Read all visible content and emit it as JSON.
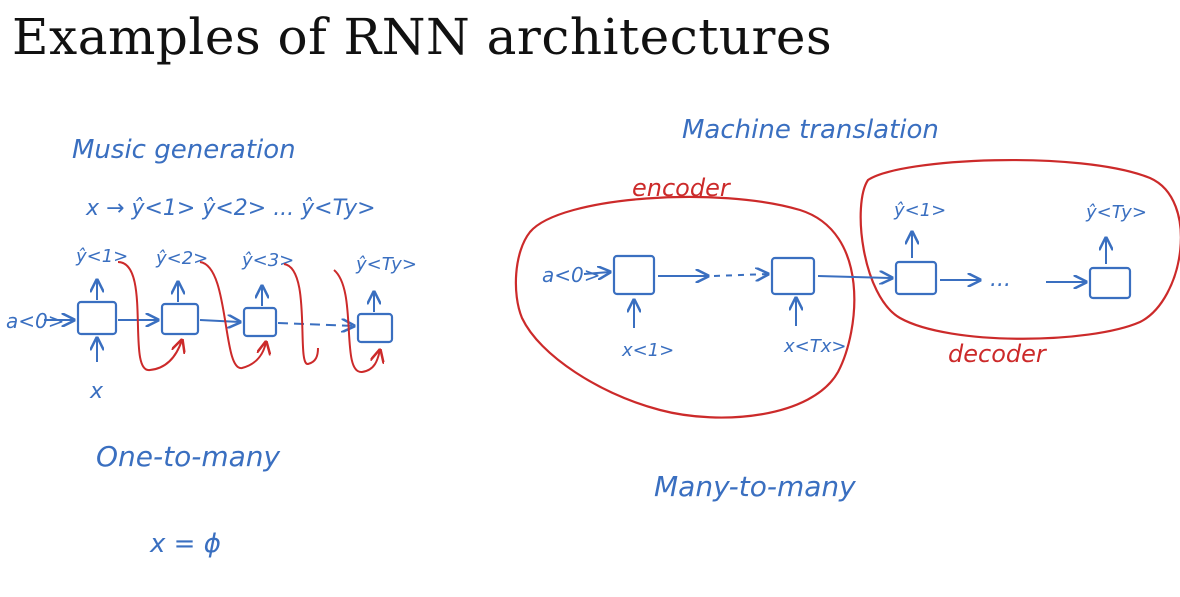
{
  "slide": {
    "title": "Examples of RNN architectures"
  },
  "colors": {
    "ink_blue": "#3a6fc0",
    "ink_red": "#cc2a2a",
    "title_black": "#111111"
  },
  "one_to_many": {
    "heading": "Music generation",
    "mapping": "x → ŷ<1> ŷ<2> ... ŷ<Ty>",
    "initial_activation": "a<0>",
    "input_label": "x",
    "output_labels": [
      "ŷ<1>",
      "ŷ<2>",
      "ŷ<3>",
      "ŷ<Ty>"
    ],
    "caption": "One-to-many",
    "note": "x = ϕ"
  },
  "many_to_many": {
    "heading": "Machine translation",
    "encoder_label": "encoder",
    "decoder_label": "decoder",
    "initial_activation": "a<0>",
    "input_labels": [
      "x<1>",
      "x<Tx>"
    ],
    "output_labels": [
      "ŷ<1>",
      "ŷ<Ty>"
    ],
    "ellipsis": "...",
    "caption": "Many-to-many"
  }
}
